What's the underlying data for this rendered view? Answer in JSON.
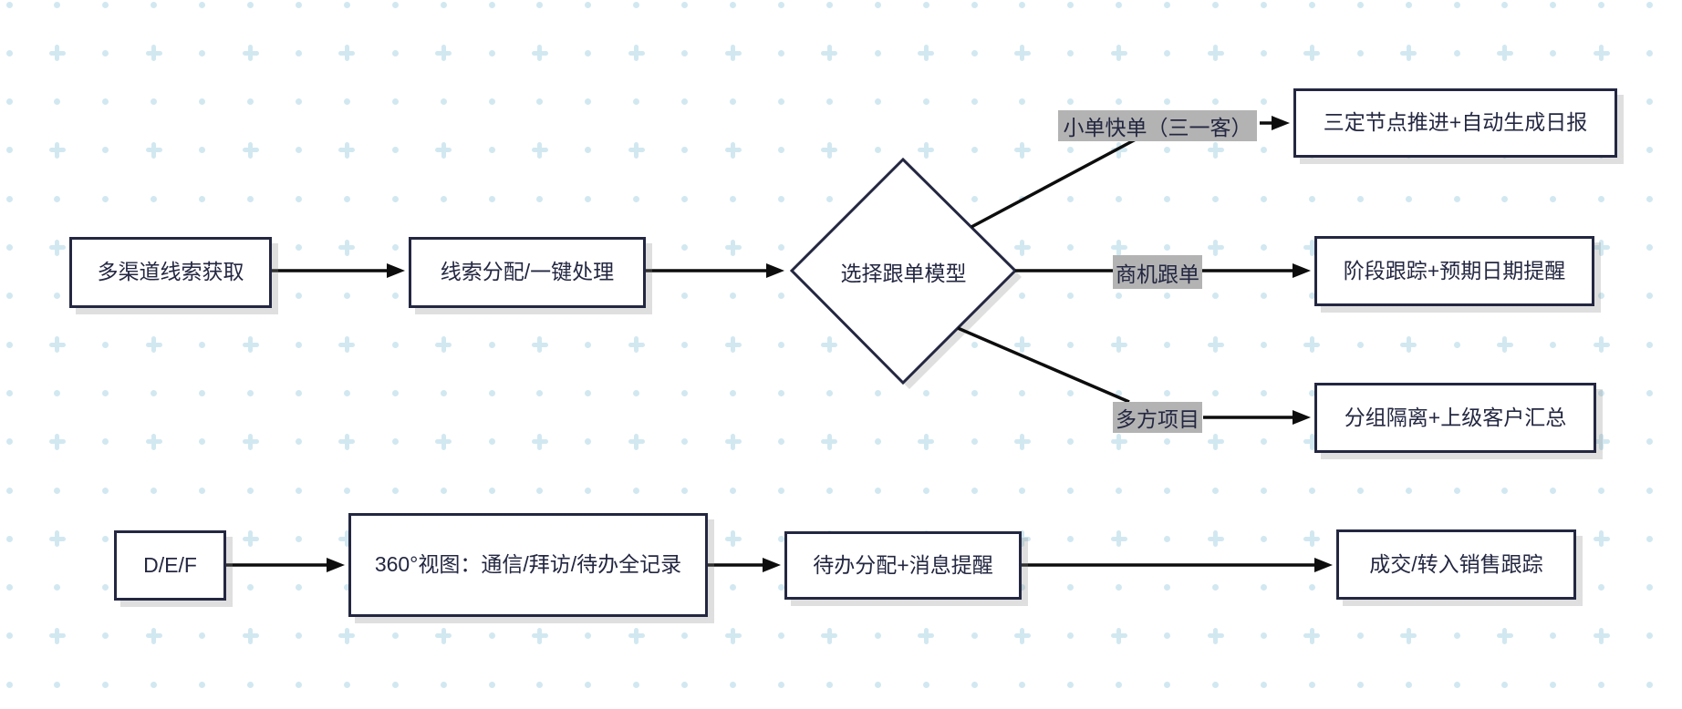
{
  "colors": {
    "background": "#ffffff",
    "pattern": "#d2e8f1",
    "ink": "#232741",
    "line": "#0d0d0d",
    "label_bg": "#b3b3b3"
  },
  "diagram": {
    "nodes": {
      "lead_capture": {
        "label": "多渠道线索获取"
      },
      "lead_assignment": {
        "label": "线索分配/一键处理"
      },
      "decision": {
        "label": "选择跟单模型"
      },
      "small_order_result": {
        "label": "三定节点推进+自动生成日报"
      },
      "opportunity_result": {
        "label": "阶段跟踪+预期日期提醒"
      },
      "multi_party_result": {
        "label": "分组隔离+上级客户汇总"
      },
      "def_leads": {
        "label": "D/E/F"
      },
      "view_360": {
        "label": "360°视图：通信/拜访/待办全记录"
      },
      "todo_assignment": {
        "label": "待办分配+消息提醒"
      },
      "deal_transfer": {
        "label": "成交/转入销售跟踪"
      }
    },
    "edge_labels": {
      "small_order": {
        "label": "小单快单（三一客）"
      },
      "opportunity": {
        "label": "商机跟单"
      },
      "multi_party": {
        "label": "多方项目"
      }
    }
  }
}
